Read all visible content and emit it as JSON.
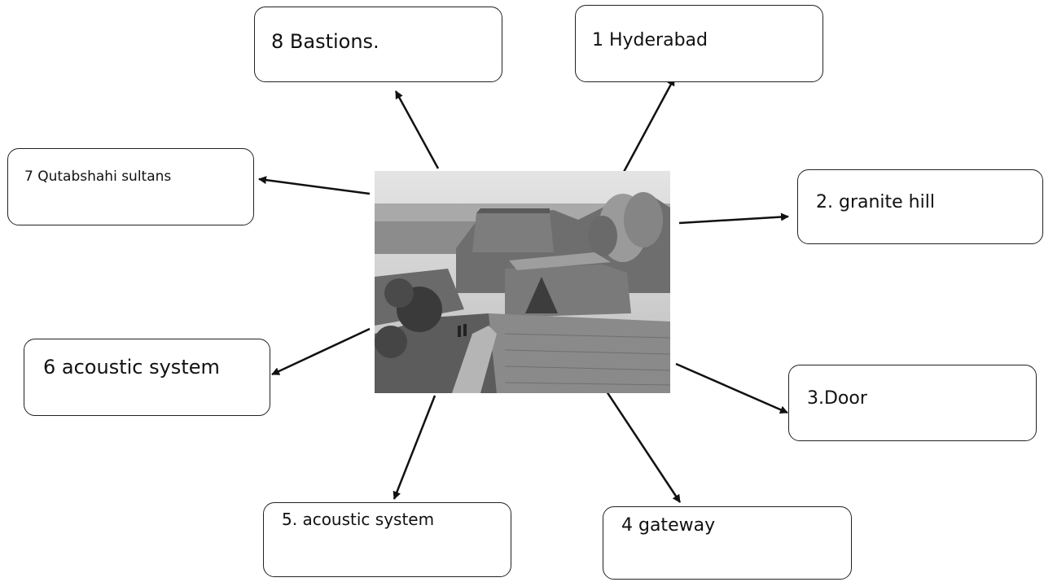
{
  "labels": {
    "b1": "1 Hyderabad",
    "b2": "2. granite hill",
    "b3": "3.Door",
    "b4": "4 gateway",
    "b5": "5. acoustic system",
    "b6": "6 acoustic system",
    "b7": "7 Qutabshahi sultans",
    "b8": "8 Bastions."
  },
  "colors": {
    "line": "#111111",
    "border": "#222222"
  },
  "image": {
    "subject": "fort-ruins-photo",
    "style": "grayscale"
  }
}
